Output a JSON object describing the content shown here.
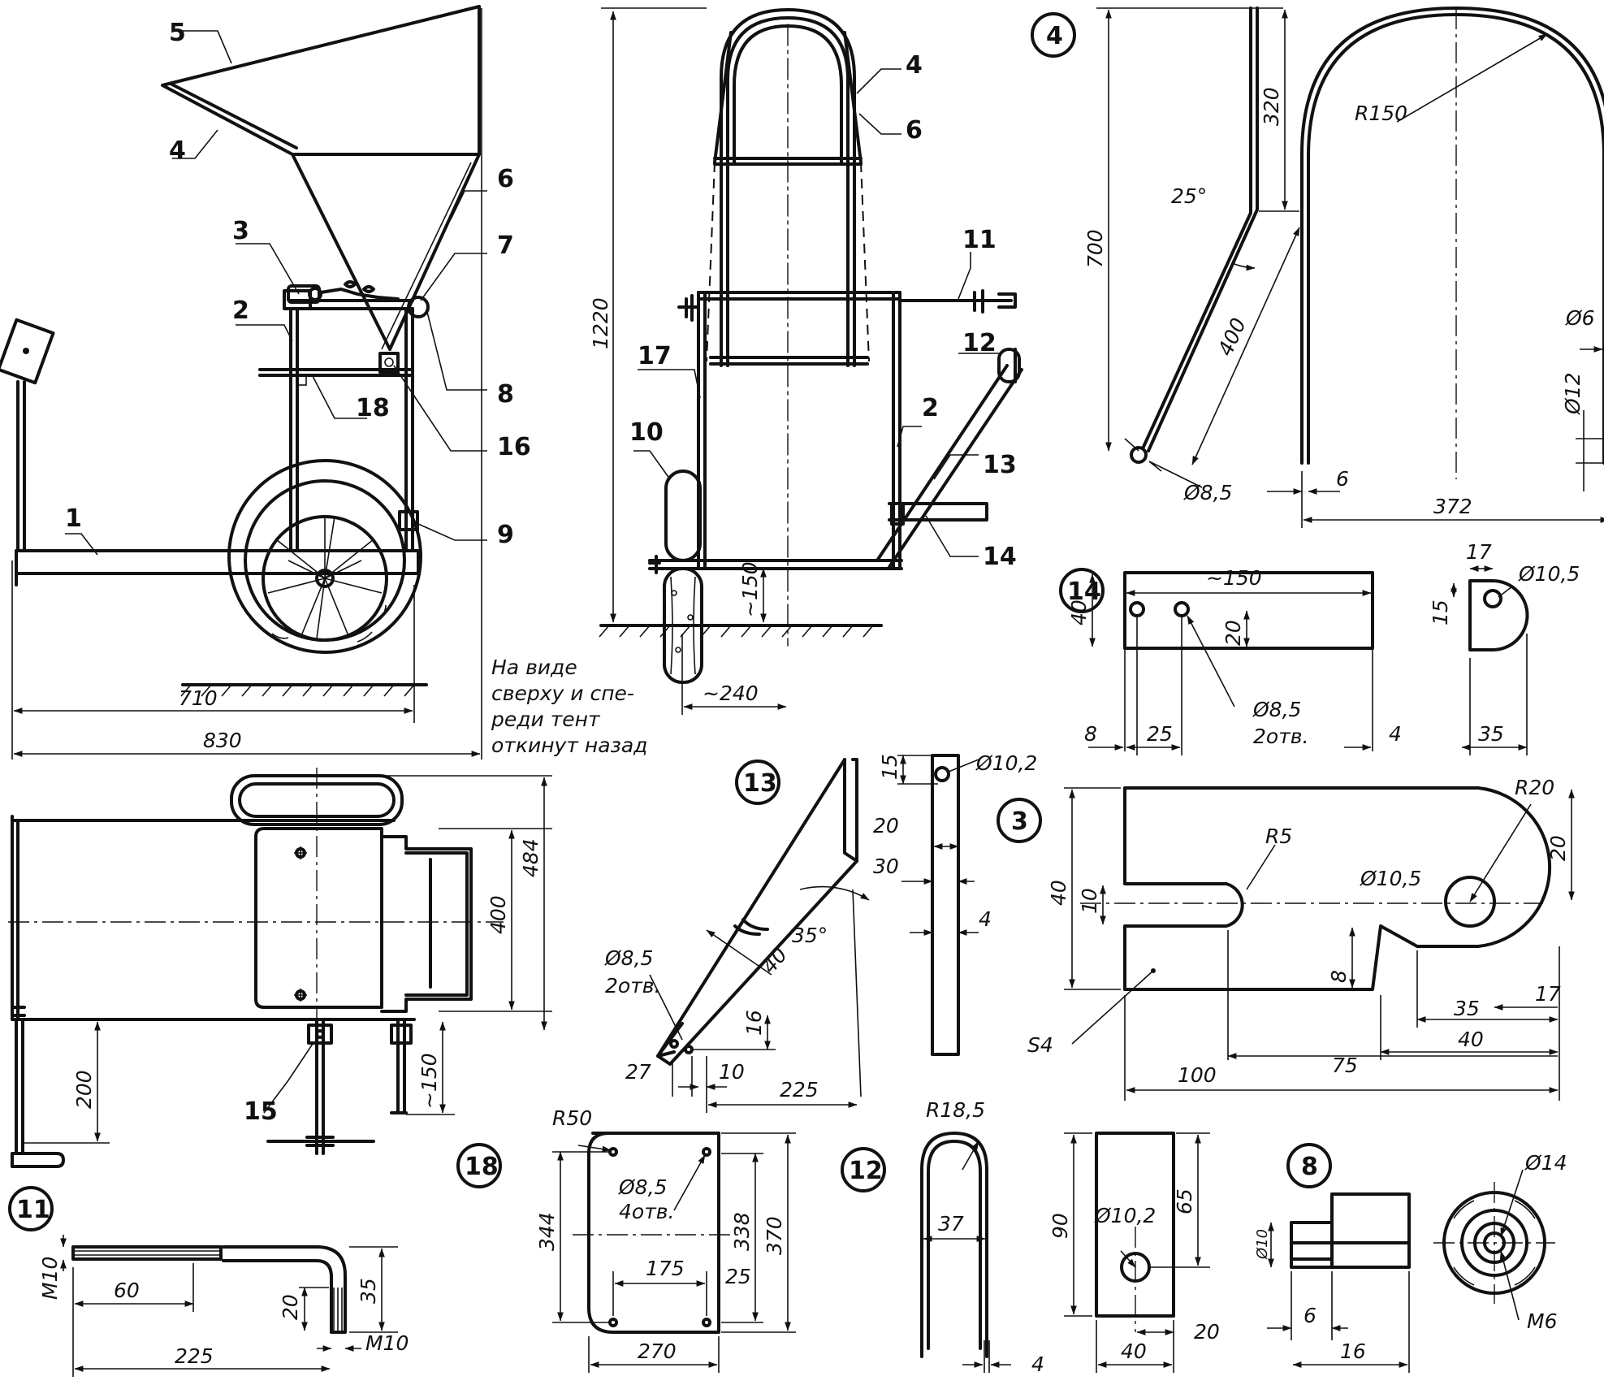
{
  "side_view": {
    "callouts": [
      "5",
      "4",
      "6",
      "3",
      "7",
      "2",
      "8",
      "18",
      "16",
      "1",
      "9"
    ],
    "dims": [
      "710",
      "830"
    ],
    "note_lines": [
      "На виде",
      "сверху и спе-",
      "реди тент",
      "откинут назад"
    ]
  },
  "front_view": {
    "callouts": [
      "4",
      "6",
      "11",
      "12",
      "17",
      "2",
      "13",
      "10",
      "14"
    ],
    "dims": [
      "1220",
      "~150",
      "~240"
    ]
  },
  "top_view": {
    "callouts": [
      "15"
    ],
    "dims": [
      "400",
      "484",
      "200",
      "~150"
    ]
  },
  "part4": {
    "id": "4",
    "dims": [
      "700",
      "320",
      "25°",
      "400",
      "Ø8,5",
      "R150",
      "Ø6",
      "Ø12",
      "6",
      "372"
    ]
  },
  "part14": {
    "id": "14",
    "dims": [
      "~150",
      "40",
      "20",
      "8",
      "25",
      "4",
      "Ø8,5",
      "2отв.",
      "17",
      "Ø10,5",
      "15",
      "35"
    ]
  },
  "part3": {
    "id": "3",
    "dims": [
      "R20",
      "R5",
      "Ø10,5",
      "20",
      "40",
      "10",
      "8",
      "35",
      "17",
      "40",
      "75",
      "100",
      "S4"
    ]
  },
  "part13": {
    "id": "13",
    "dims": [
      "Ø10,2",
      "15",
      "20",
      "30",
      "4",
      "35°",
      "40",
      "Ø8,5",
      "2отв.",
      "16",
      "27",
      "10",
      "225"
    ]
  },
  "part11": {
    "id": "11",
    "dims": [
      "M10",
      "60",
      "225",
      "20",
      "35",
      "M10"
    ]
  },
  "part18": {
    "id": "18",
    "dims": [
      "R50",
      "Ø8,5",
      "4отв.",
      "344",
      "338",
      "370",
      "175",
      "25",
      "270"
    ]
  },
  "part12": {
    "id": "12",
    "dims": [
      "R18,5",
      "37",
      "4"
    ]
  },
  "plate": {
    "dims": [
      "90",
      "65",
      "Ø10,2",
      "20",
      "40"
    ]
  },
  "part8": {
    "id": "8",
    "dims": [
      "Ø14",
      "Ø10",
      "6",
      "16",
      "M6"
    ]
  }
}
